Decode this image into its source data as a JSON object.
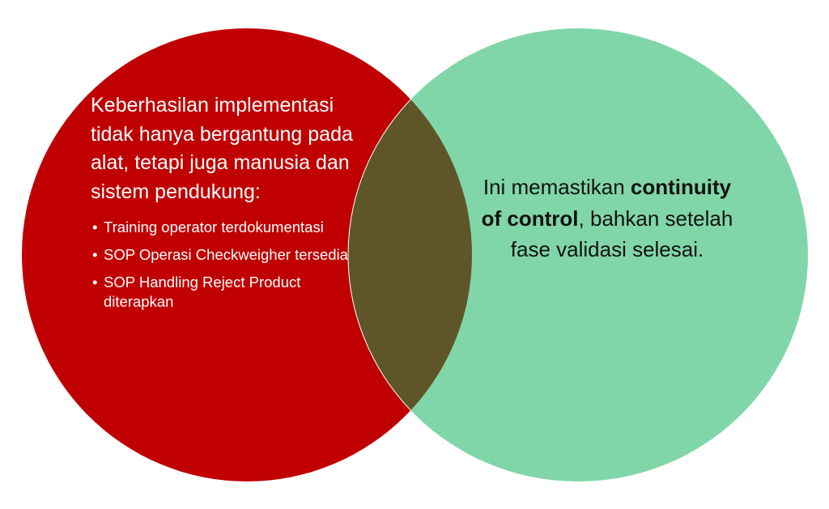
{
  "colors": {
    "left_circle": "#c00000",
    "right_circle": "#80d6a8",
    "overlap": "#5e5628"
  },
  "left": {
    "intro": "Keberhasilan implementasi tidak hanya bergantung pada alat, tetapi juga manusia dan sistem pendukung:",
    "bullets": [
      "Training operator terdokumentasi",
      "SOP Operasi Checkweigher tersedia",
      "SOP Handling Reject Product diterapkan"
    ]
  },
  "right": {
    "part1": "Ini memastikan ",
    "bold1": "continuity of control",
    "part2": ", bahkan setelah fase validasi selesai."
  }
}
